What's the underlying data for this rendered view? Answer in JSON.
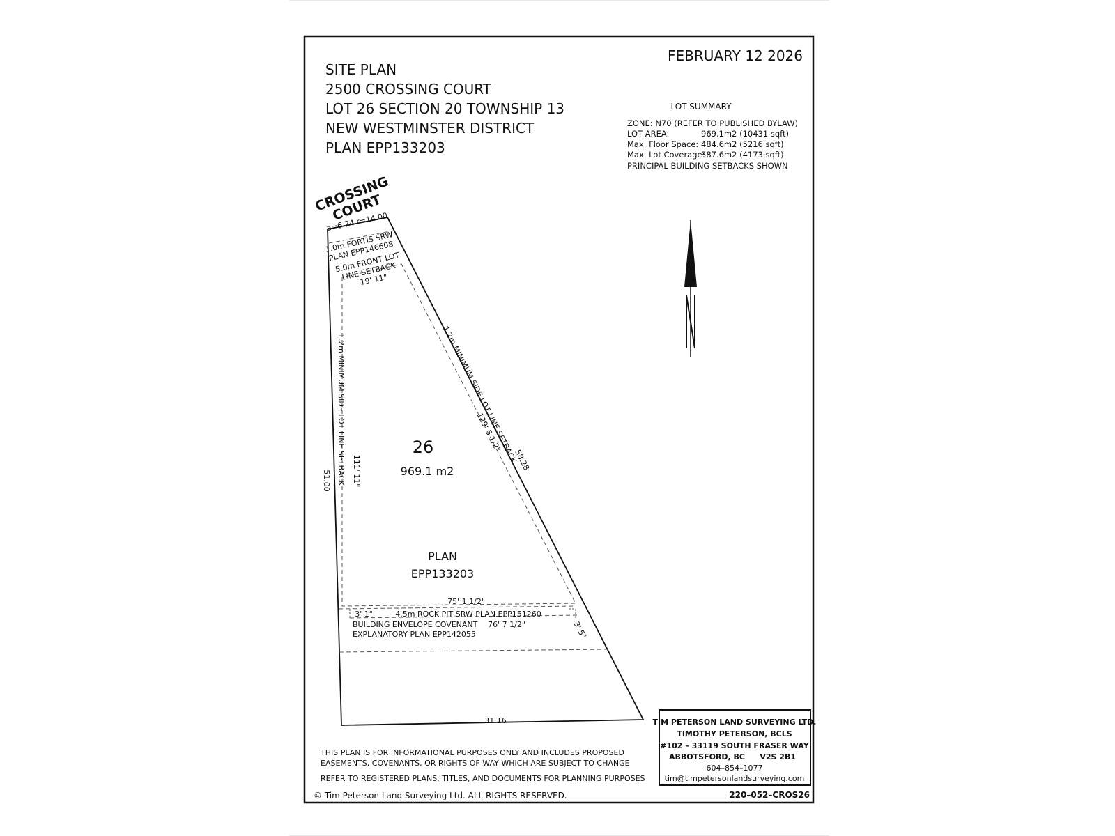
{
  "header": {
    "date": "FEBRUARY 12 2026",
    "title_lines": [
      "SITE PLAN",
      "2500 CROSSING COURT",
      "LOT 26 SECTION 20 TOWNSHIP 13",
      "NEW WESTMINSTER DISTRICT",
      "PLAN EPP133203"
    ]
  },
  "lot_summary": {
    "heading": "LOT SUMMARY",
    "zone": "ZONE: N70 (REFER TO PUBLISHED BYLAW)",
    "lot_area_label": "LOT AREA:",
    "lot_area_value": "969.1m2 (10431 sqft)",
    "floor_label": "Max. Floor Space:",
    "floor_value": "484.6m2 (5216 sqft)",
    "coverage_label": "Max. Lot Coverage:",
    "coverage_value": "387.6m2 (4173 sqft)",
    "setbacks_note": "PRINCIPAL BUILDING SETBACKS SHOWN"
  },
  "plan": {
    "road_line1": "CROSSING",
    "road_line2": "COURT",
    "arc": "a=6.24 r=14.00",
    "fortis_line1": "1.0m FORTIS SRW",
    "fortis_line2": "PLAN EPP146608",
    "front_line1": "5.0m FRONT LOT",
    "front_line2": "LINE SETBACK",
    "front_dim": "19' 11\"",
    "left_setback": "1.2m MINIMUM SIDE LOT LINE SETBACK",
    "left_dim": "111' 11\"",
    "left_boundary": "51.00",
    "right_setback": "1.2m MINIMUM SIDE LOT LINE SETBACK",
    "right_dim": "129' 5 1/2\"",
    "right_boundary": "58.28",
    "lot_number": "26",
    "lot_area": "969.1 m2",
    "plan_label_1": "PLAN",
    "plan_label_2": "EPP133203",
    "rear_dim_top": "75' 1 1/2\"",
    "rear_left_dim": "3' 1\"",
    "rock_pit": "4.5m ROCK PIT SRW PLAN EPP151260",
    "rear_dim_bottom": "76' 7 1/2\"",
    "right_small_dim": "3' 5\"",
    "envelope_line1": "BUILDING ENVELOPE COVENANT",
    "envelope_line2": "EXPLANATORY PLAN EPP142055",
    "rear_boundary": "31.16",
    "north": "N"
  },
  "notes": {
    "line1": "THIS PLAN IS FOR INFORMATIONAL PURPOSES ONLY AND INCLUDES PROPOSED",
    "line2": "EASEMENTS, COVENANTS, OR RIGHTS OF WAY WHICH ARE SUBJECT TO CHANGE",
    "line3": "REFER TO REGISTERED PLANS, TITLES, AND DOCUMENTS FOR PLANNING PURPOSES",
    "copyright": "© Tim Peterson Land Surveying Ltd.  ALL RIGHTS RESERVED."
  },
  "surveyor": {
    "company": "TIM PETERSON LAND SURVEYING LTD.",
    "name": "TIMOTHY PETERSON, BCLS",
    "address": "#102 – 33119 SOUTH FRASER WAY",
    "city": "ABBOTSFORD, BC",
    "postal": "V2S 2B1",
    "phone": "604–854–1077",
    "email": "tim@timpetersonlandsurveying.com",
    "file_number": "220–052–CROS26"
  }
}
